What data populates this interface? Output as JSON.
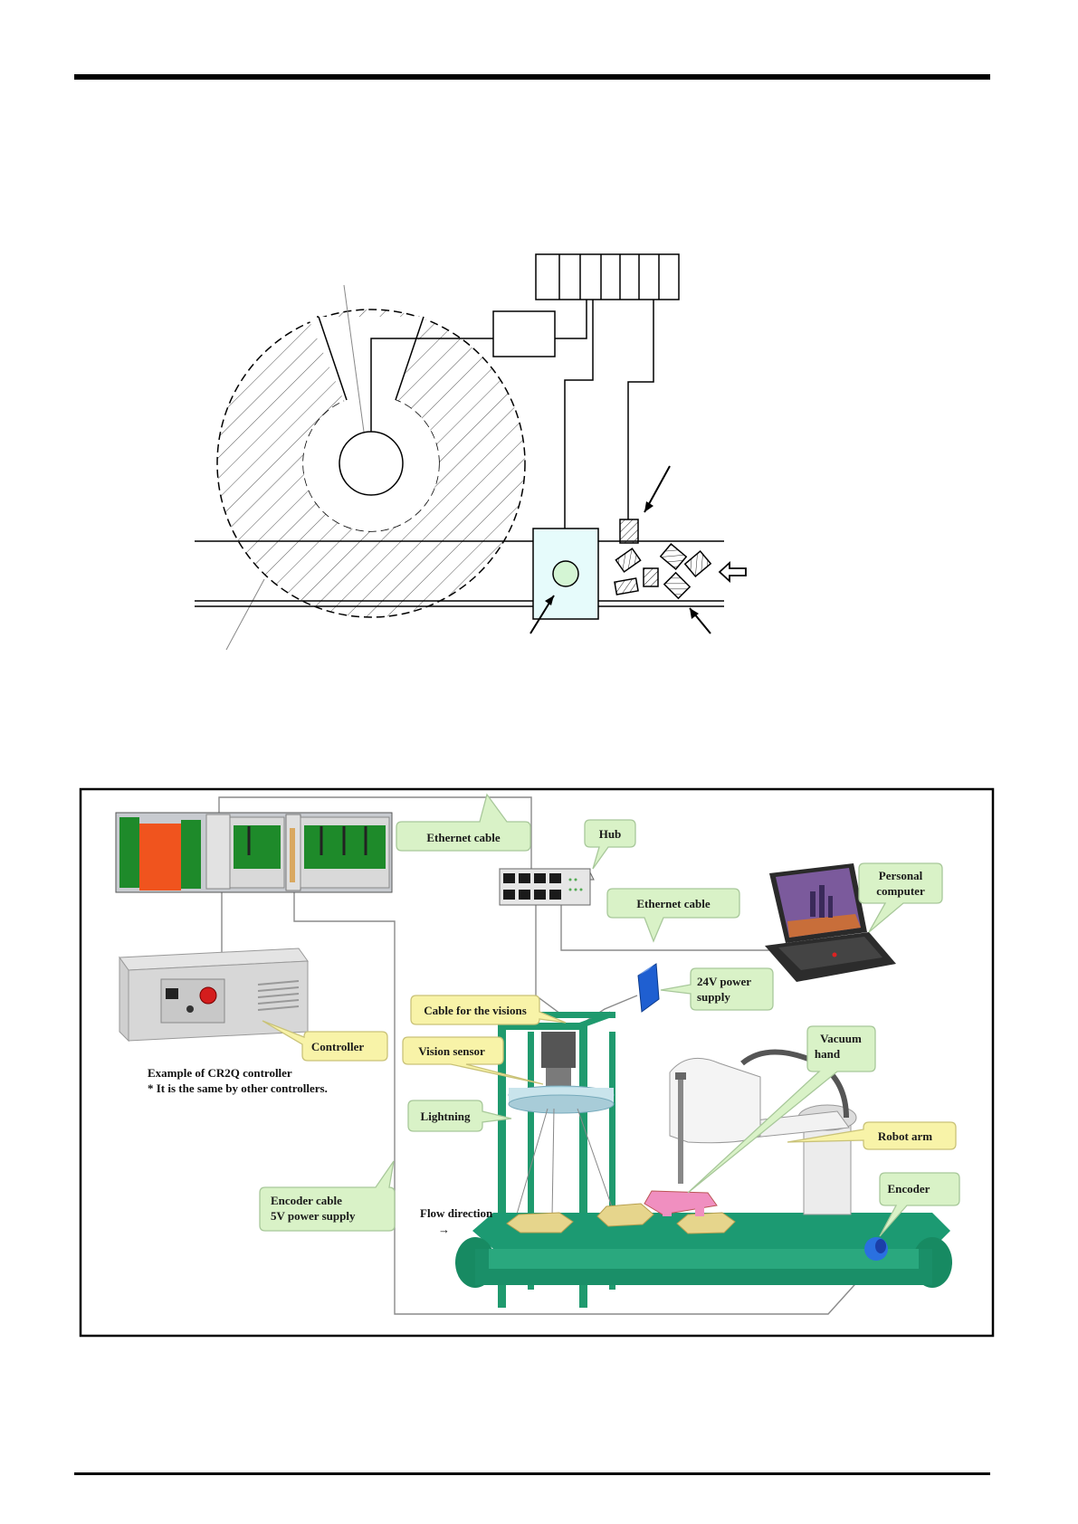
{
  "labels": {
    "ethernet_cable_top": "Ethernet cable",
    "hub": "Hub",
    "personal_computer_1": "Personal",
    "personal_computer_2": "computer",
    "ethernet_cable_pc": "Ethernet cable",
    "power_supply_1": "24V power",
    "power_supply_2": "supply",
    "cable_for_visions": "Cable for the visions",
    "vacuum_hand_1": "Vacuum",
    "vacuum_hand_2": "hand",
    "controller": "Controller",
    "vision_sensor": "Vision sensor",
    "lightning": "Lightning",
    "robot_arm": "Robot arm",
    "encoder": "Encoder",
    "encoder_cable_1": "Encoder cable",
    "encoder_cable_2": "5V power supply",
    "flow_direction": "Flow direction",
    "flow_arrow": "→",
    "controller_note_1": "Example of CR2Q controller",
    "controller_note_2": "* It is the same by other controllers."
  },
  "colors": {
    "callout_green": "#d9f2c7",
    "callout_yellow": "#f8f3a8",
    "frame_green": "#1f9a6e",
    "conveyor_green": "#1c9a72",
    "workpiece": "#e6d58c",
    "hand_pink": "#f08fc0",
    "detection_box": "#e6fbfb",
    "power_supply_blue": "#1f5fd1",
    "plc_green": "#1e8a2a",
    "plc_orange": "#f0541e"
  },
  "icons": [
    "plc-rack-icon",
    "hub-icon",
    "laptop-icon",
    "controller-icon",
    "power-supply-icon",
    "camera-icon",
    "robot-icon",
    "encoder-icon"
  ]
}
